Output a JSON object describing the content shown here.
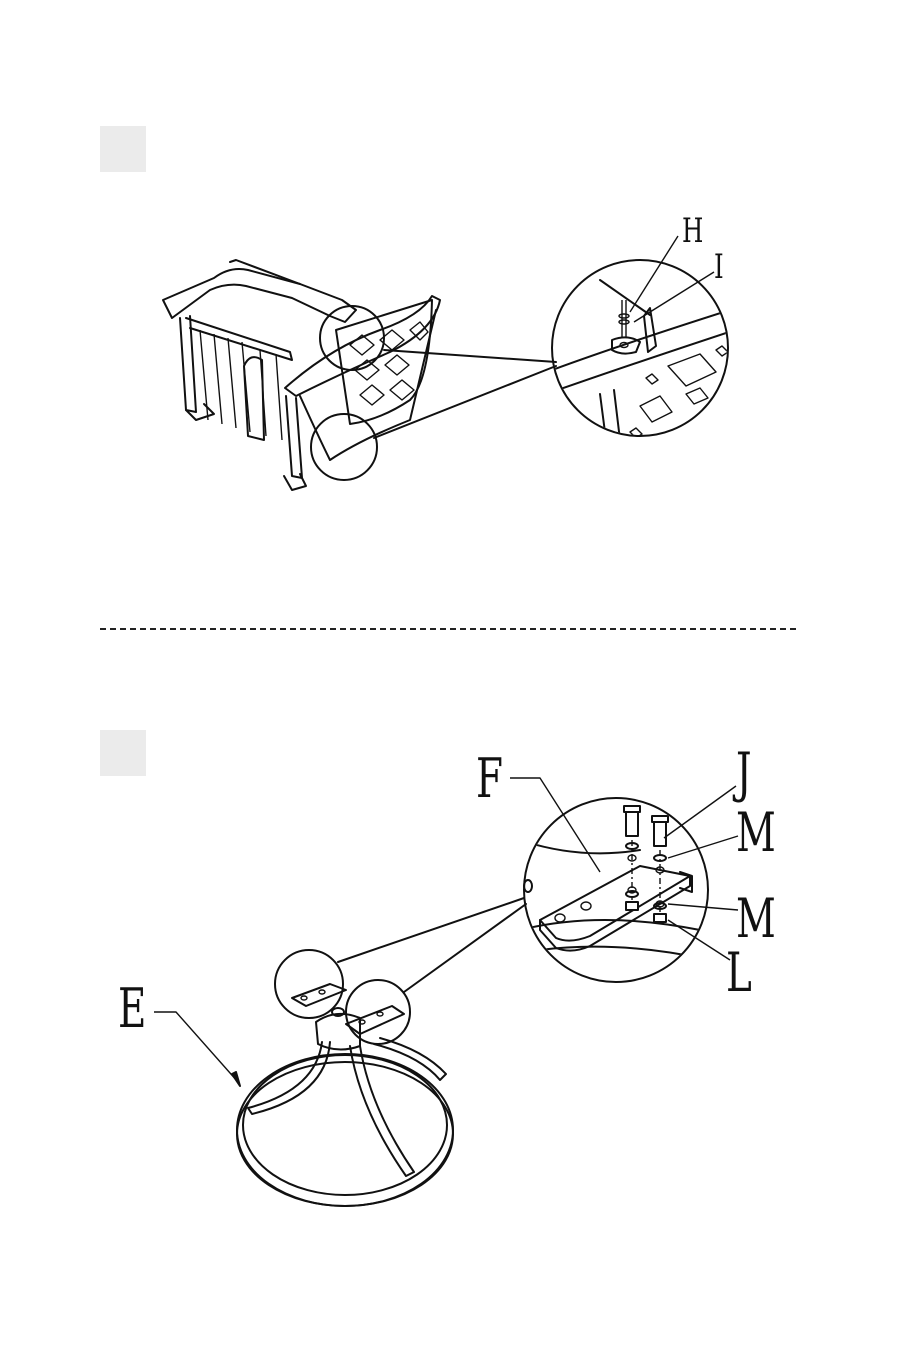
{
  "step1": {
    "callouts": [
      {
        "id": "H",
        "label": "H"
      },
      {
        "id": "I",
        "label": "I"
      }
    ]
  },
  "step2": {
    "callouts": [
      {
        "id": "F",
        "label": "F"
      },
      {
        "id": "J",
        "label": "J"
      },
      {
        "id": "M_upper",
        "label": "M"
      },
      {
        "id": "M_lower",
        "label": "M"
      },
      {
        "id": "L",
        "label": "L"
      },
      {
        "id": "E",
        "label": "E"
      }
    ]
  },
  "colors": {
    "line": "#111111",
    "step_box": "#ebebeb",
    "background": "#ffffff"
  }
}
